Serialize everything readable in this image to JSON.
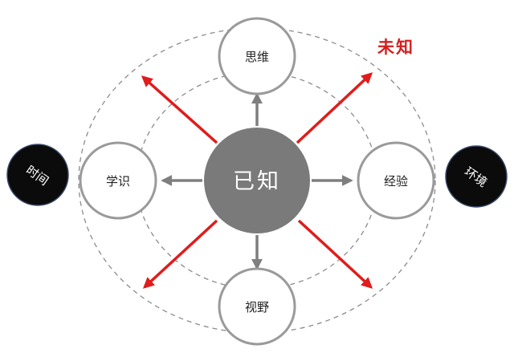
{
  "diagram": {
    "center_label": "已知",
    "nodes": {
      "top": "思维",
      "left": "学识",
      "right": "经验",
      "bottom": "视野"
    },
    "unknown_label": "未知",
    "outside": {
      "left": "时间",
      "right": "环境"
    },
    "colors": {
      "center_fill": "#7a7a7a",
      "node_stroke": "#9a9a9a",
      "gray_arrow": "#7f7f7f",
      "red_arrow": "#e01c1c",
      "unknown_text": "#d42020",
      "dark_node": "#0b0b0b",
      "dashed_ring": "#8c8c8c"
    }
  }
}
